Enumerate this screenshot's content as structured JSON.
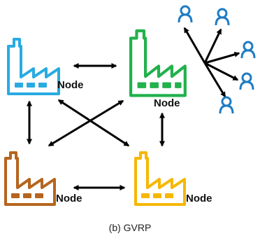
{
  "nodes": {
    "blue": {
      "label": "Node",
      "color": "#29ABE2"
    },
    "green": {
      "label": "Node",
      "color": "#22B14C"
    },
    "brown": {
      "label": "Node",
      "color": "#B5651D"
    },
    "yellow": {
      "label": "Node",
      "color": "#F5B700"
    }
  },
  "users": {
    "color": "#1F7CC4",
    "count": 5,
    "icon": "user-icon"
  },
  "arrow_color": "#000000",
  "caption": "(b)  GVRP"
}
